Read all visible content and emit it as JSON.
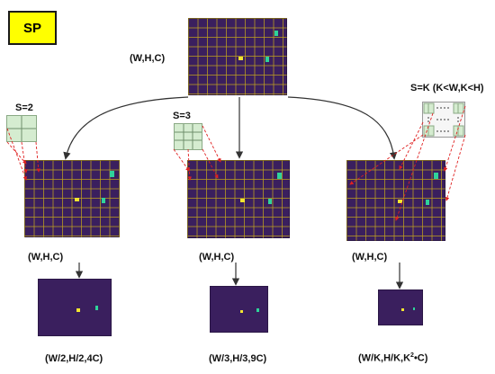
{
  "badge": "SP",
  "input_label": "(W,H,C)",
  "strides": {
    "s2": "S=2",
    "s3": "S=3",
    "sk": "S=K (K<W,K<H)"
  },
  "branch_labels": {
    "left": "(W,H,C)",
    "mid": "(W,H,C)",
    "right": "(W,H,C)"
  },
  "output_labels": {
    "left": "(W/2,H/2,4C)",
    "mid": "(W/3,H/3,9C)",
    "right_prefix": "(W/K,H/K,K",
    "right_sup": "2",
    "right_suffix": "•C)"
  }
}
